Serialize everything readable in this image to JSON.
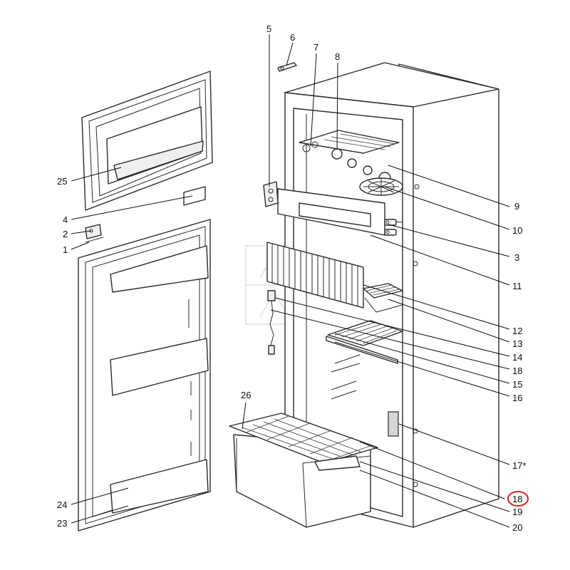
{
  "labels": {
    "l1": "1",
    "l2": "2",
    "l3": "3",
    "l4": "4",
    "l5": "5",
    "l6": "6",
    "l7": "7",
    "l8": "8",
    "l9": "9",
    "l10": "10",
    "l11": "11",
    "l12": "12",
    "l13": "13",
    "l14": "14",
    "l15": "15",
    "l16": "16",
    "l17": "17*",
    "l18a": "18",
    "l18b": "18",
    "l19": "19",
    "l20": "20",
    "l23": "23",
    "l24": "24",
    "l25": "25",
    "l26": "26"
  },
  "highlighted_label": "18",
  "colors": {
    "highlight": "#d42020",
    "line": "#2a2a2a"
  }
}
